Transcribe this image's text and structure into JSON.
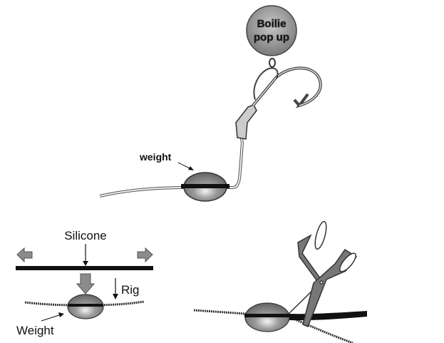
{
  "top_diagram": {
    "boilie_label_line1": "Boilie",
    "boilie_label_line2": "pop up",
    "weight_label": "weight"
  },
  "bottom_left_diagram": {
    "silicone_label": "Silicone",
    "rig_label": "Rig",
    "weight_label": "Weight"
  },
  "colors": {
    "line": "#111111",
    "weight_fill": "#8a8a8a",
    "arrow_fill": "#8c8c8c"
  }
}
